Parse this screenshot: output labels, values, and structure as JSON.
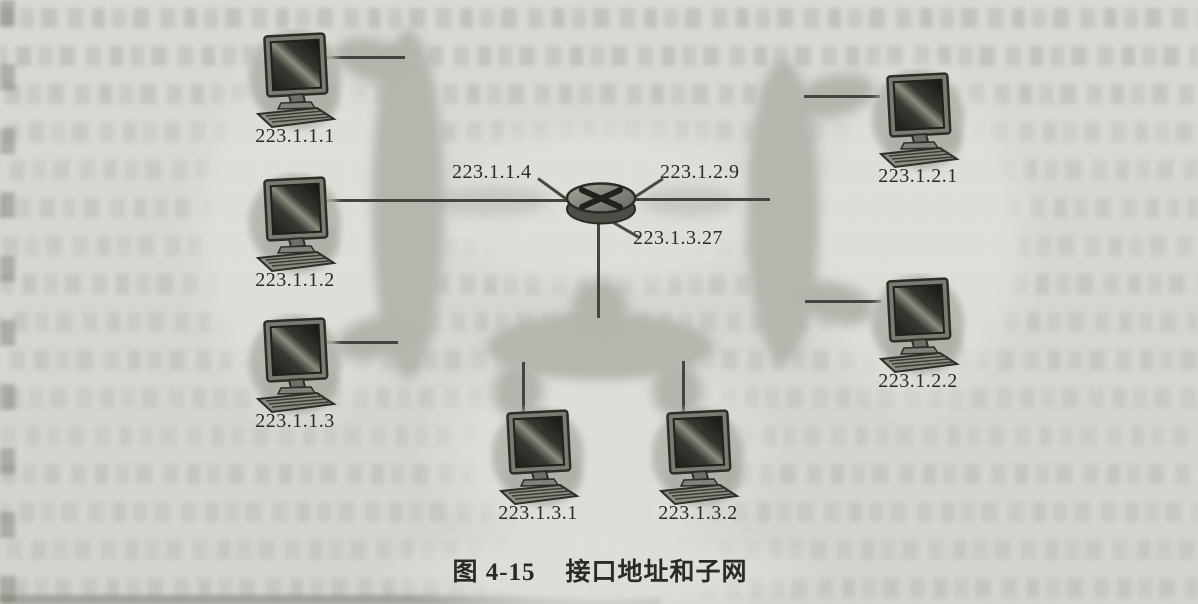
{
  "figure": {
    "caption": {
      "figure_no": "图 4-15",
      "title": "接口地址和子网"
    },
    "router": {
      "icon": "router-icon"
    },
    "subnets": [
      {
        "name": "subnet-left",
        "router_interface": "223.1.1.4",
        "hosts": [
          "223.1.1.1",
          "223.1.1.2",
          "223.1.1.3"
        ]
      },
      {
        "name": "subnet-right",
        "router_interface": "223.1.2.9",
        "hosts": [
          "223.1.2.1",
          "223.1.2.2"
        ]
      },
      {
        "name": "subnet-bottom",
        "router_interface": "223.1.3.27",
        "hosts": [
          "223.1.3.1",
          "223.1.3.2"
        ]
      }
    ],
    "icons": {
      "host": "desktop-computer-icon",
      "router": "router-icon",
      "subnet": "subnet-cloud"
    },
    "colors": {
      "paper": "#d7d6d1",
      "subnet_cloud": "#b6b5ae",
      "line": "#454440",
      "text": "#2c2b28"
    }
  }
}
